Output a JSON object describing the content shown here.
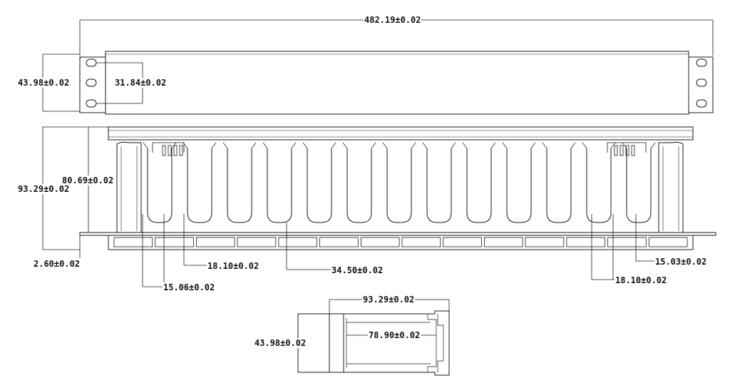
{
  "drawing": {
    "line_color": "#1a1a1a",
    "cable_slot_count": 13,
    "dimensions": {
      "overall_width": "482.19±0.02",
      "panel_height": "43.98±0.02",
      "hole_spacing": "31.84±0.02",
      "total_depth": "93.29±0.02",
      "finger_height": "80.69±0.02",
      "base_thickness": "2.60±0.02",
      "left_end_slot_width": "15.06±0.02",
      "left_slot_width": "18.10±0.02",
      "center_slot_width": "34.50±0.02",
      "right_slot_width": "18.10±0.02",
      "right_end_slot_width": "15.03±0.02",
      "side_depth": "93.29±0.02",
      "side_height": "43.98±0.02",
      "side_inner_depth": "78.90±0.02"
    }
  }
}
